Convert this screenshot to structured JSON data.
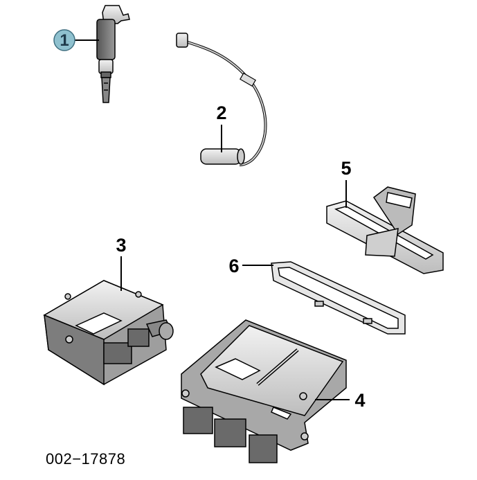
{
  "diagram": {
    "callouts": {
      "c1": "1",
      "c2": "2",
      "c3": "3",
      "c4": "4",
      "c5": "5",
      "c6": "6"
    },
    "figure_id": "002−17878",
    "highlight_color": "#8fc1cf",
    "line_color": "#000000"
  }
}
